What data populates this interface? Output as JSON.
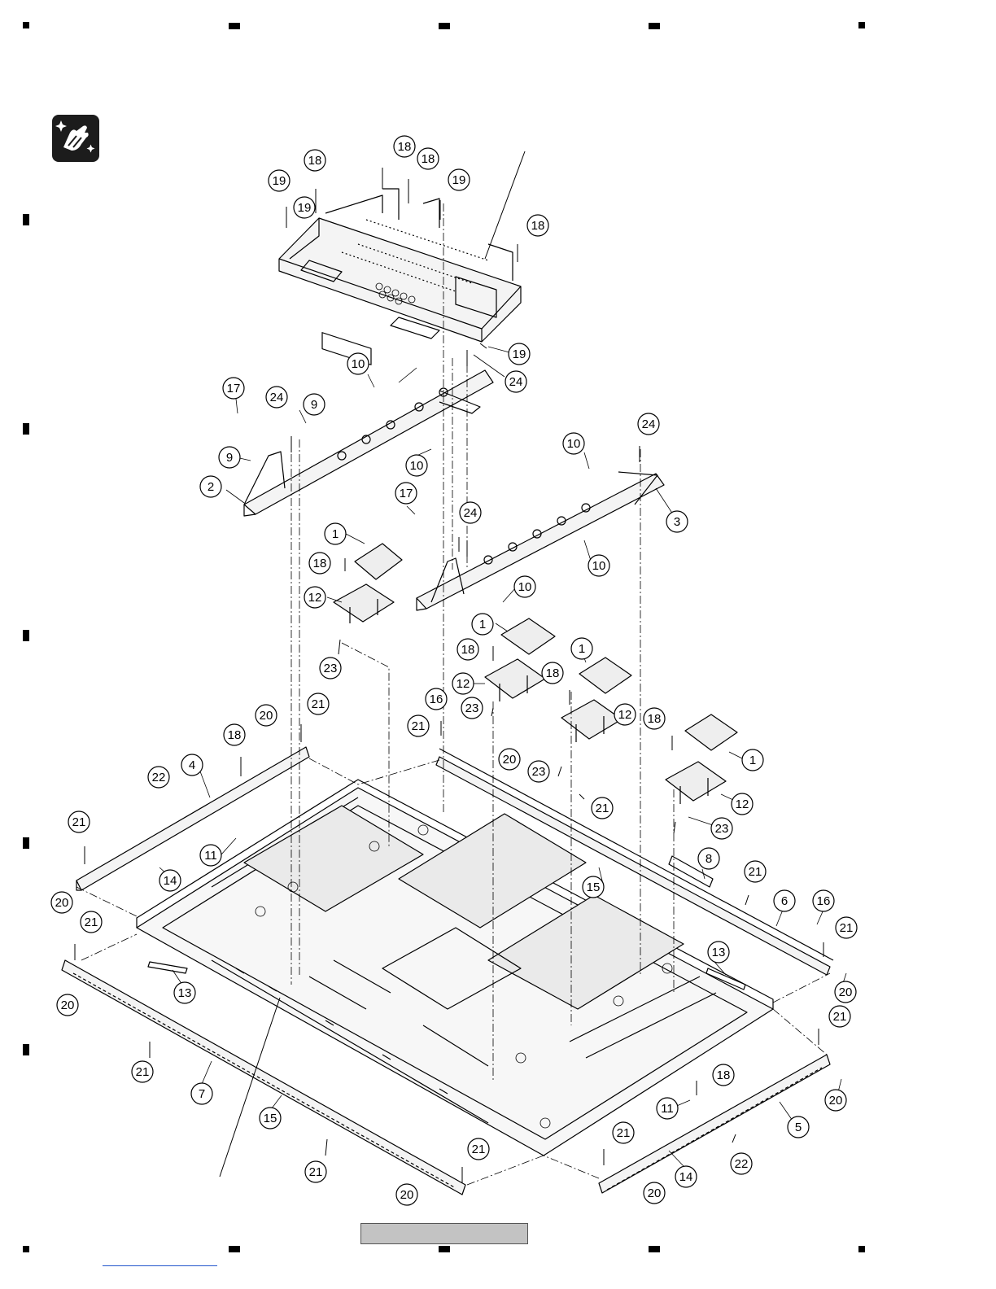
{
  "header_badge": {
    "icon": "cleaning-cloth-icon",
    "color": "#1c1c1c"
  },
  "callouts": [
    {
      "label": "18"
    },
    {
      "label": "18"
    },
    {
      "label": "18"
    },
    {
      "label": "19"
    },
    {
      "label": "19"
    },
    {
      "label": "19"
    },
    {
      "label": "18"
    },
    {
      "label": "19"
    },
    {
      "label": "24"
    },
    {
      "label": "10"
    },
    {
      "label": "17"
    },
    {
      "label": "24"
    },
    {
      "label": "9"
    },
    {
      "label": "9"
    },
    {
      "label": "2"
    },
    {
      "label": "10"
    },
    {
      "label": "24"
    },
    {
      "label": "10"
    },
    {
      "label": "3"
    },
    {
      "label": "17"
    },
    {
      "label": "24"
    },
    {
      "label": "10"
    },
    {
      "label": "1"
    },
    {
      "label": "18"
    },
    {
      "label": "12"
    },
    {
      "label": "10"
    },
    {
      "label": "23"
    },
    {
      "label": "1"
    },
    {
      "label": "18"
    },
    {
      "label": "1"
    },
    {
      "label": "12"
    },
    {
      "label": "18"
    },
    {
      "label": "23"
    },
    {
      "label": "16"
    },
    {
      "label": "12"
    },
    {
      "label": "21"
    },
    {
      "label": "20"
    },
    {
      "label": "21"
    },
    {
      "label": "18"
    },
    {
      "label": "18"
    },
    {
      "label": "1"
    },
    {
      "label": "20"
    },
    {
      "label": "4"
    },
    {
      "label": "22"
    },
    {
      "label": "23"
    },
    {
      "label": "21"
    },
    {
      "label": "12"
    },
    {
      "label": "23"
    },
    {
      "label": "21"
    },
    {
      "label": "11"
    },
    {
      "label": "8"
    },
    {
      "label": "14"
    },
    {
      "label": "15"
    },
    {
      "label": "21"
    },
    {
      "label": "20"
    },
    {
      "label": "6"
    },
    {
      "label": "16"
    },
    {
      "label": "21"
    },
    {
      "label": "21"
    },
    {
      "label": "13"
    },
    {
      "label": "13"
    },
    {
      "label": "20"
    },
    {
      "label": "20"
    },
    {
      "label": "21"
    },
    {
      "label": "21"
    },
    {
      "label": "18"
    },
    {
      "label": "7"
    },
    {
      "label": "20"
    },
    {
      "label": "11"
    },
    {
      "label": "15"
    },
    {
      "label": "5"
    },
    {
      "label": "21"
    },
    {
      "label": "22"
    },
    {
      "label": "21"
    },
    {
      "label": "21"
    },
    {
      "label": "14"
    },
    {
      "label": "20"
    },
    {
      "label": "20"
    }
  ]
}
